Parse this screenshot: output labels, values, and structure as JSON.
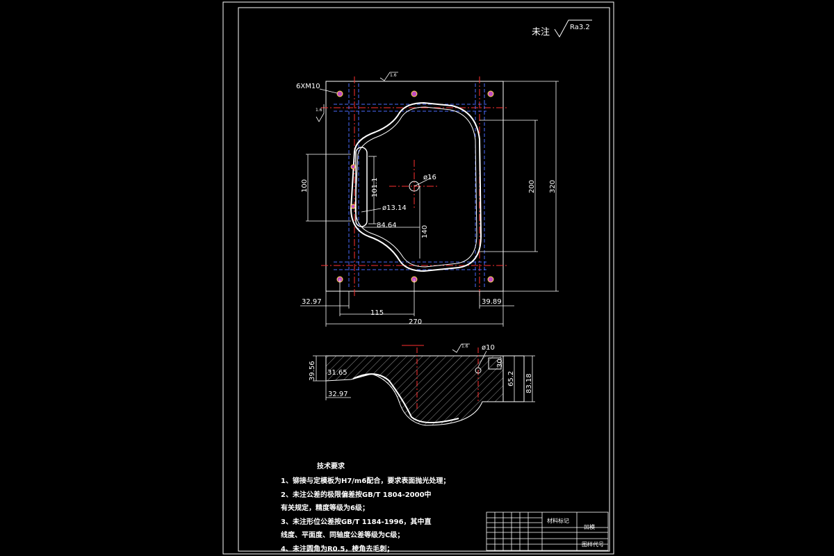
{
  "roughness": {
    "prefix": "未注",
    "value": "Ra3.2"
  },
  "top_view": {
    "hole_callout": "6XM10",
    "flatness_note": "1.6",
    "side_note": "1.6",
    "dimensions": {
      "d100": "100",
      "d101": "101.1",
      "d16": "ø16",
      "d13": "ø13.14",
      "d84": "84.64",
      "d140": "140",
      "d200": "200",
      "d320": "320",
      "d32": "32.97",
      "d39": "39.89",
      "d115": "115",
      "d270": "270"
    }
  },
  "section_view": {
    "flatness_note": "1.6",
    "hole": "ø10",
    "dimensions": {
      "d39_56": "39.56",
      "d31_65": "31.65",
      "d32_97": "32.97",
      "d30": "30",
      "d65_2": "65.2",
      "d83_18": "83.18"
    }
  },
  "tech_requirements": {
    "title": "技术要求",
    "items": [
      "1、铆接与定模板为H7/m6配合，要求表面抛光处理；",
      "2、未注公差的极限偏差按GB/T 1804-2000中",
      "    有关规定，精度等级为6级；",
      "3、未注形位公差按GB/T 1184-1996，其中直",
      "    线度、平面度、同轴度公差等级为C级；",
      "4、未注圆角为R0.5，棱角去毛刺；"
    ]
  },
  "title_block": {
    "material": "材料标记",
    "part_name": "凹模",
    "drawing_no": "图样代号"
  }
}
